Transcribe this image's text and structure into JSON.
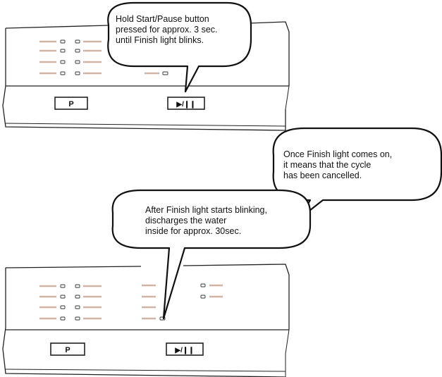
{
  "panels": [
    {
      "id": "top",
      "program_button_label": "P",
      "start_button_label": "▶/❙❙"
    },
    {
      "id": "bottom",
      "program_button_label": "P",
      "start_button_label": "▶/❙❙"
    }
  ],
  "callouts": {
    "hold_start": "Hold Start/Pause button\npressed for approx. 3 sec.\nuntil Finish light blinks.",
    "cancelled": "Once Finish light comes on,\nit means that the cycle\nhas been cancelled.",
    "discharge": "After Finish light starts blinking,\ndischarges the water\ninside for approx. 30sec."
  },
  "colors": {
    "indicator_bar": "#d2b4a6",
    "outline": "#222222",
    "background": "#ffffff"
  }
}
